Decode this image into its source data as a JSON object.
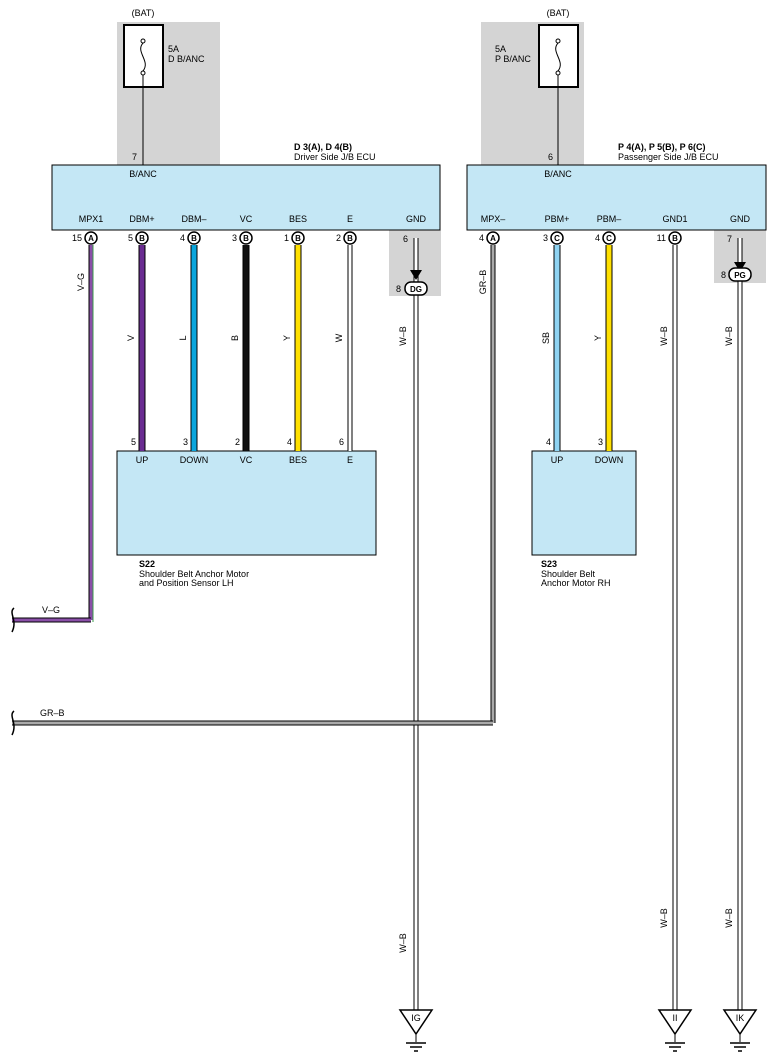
{
  "fuses": [
    {
      "supply": "(BAT)",
      "rating": "5A",
      "name": "D B/ANC"
    },
    {
      "supply": "(BAT)",
      "rating": "5A",
      "name": "P B/ANC"
    }
  ],
  "ecus": [
    {
      "connectors": "D 3(A), D 4(B)",
      "name": "Driver Side J/B ECU",
      "power_pin": "7",
      "power_label": "B/ANC",
      "pins": [
        {
          "label": "MPX1",
          "num": "15",
          "conn": "A",
          "wire": "V–G",
          "color": "#7b3f9c"
        },
        {
          "label": "DBM+",
          "num": "5",
          "conn": "B",
          "wire": "V",
          "color": "#6a2c91"
        },
        {
          "label": "DBM–",
          "num": "4",
          "conn": "B",
          "wire": "L",
          "color": "#0aa5dc"
        },
        {
          "label": "VC",
          "num": "3",
          "conn": "B",
          "wire": "B",
          "color": "#111111"
        },
        {
          "label": "BES",
          "num": "1",
          "conn": "B",
          "wire": "Y",
          "color": "#ffe000"
        },
        {
          "label": "E",
          "num": "2",
          "conn": "B",
          "wire": "W",
          "color": "#ffffff"
        },
        {
          "label": "GND",
          "num": "6",
          "conn": "",
          "wire": "W–B",
          "color": "#ffffff"
        }
      ],
      "ground_joint": {
        "num": "8",
        "label": "DG"
      }
    },
    {
      "connectors": "P 4(A), P 5(B), P 6(C)",
      "name": "Passenger Side J/B ECU",
      "power_pin": "6",
      "power_label": "B/ANC",
      "pins": [
        {
          "label": "MPX–",
          "num": "4",
          "conn": "A",
          "wire": "GR–B",
          "color": "#9a9a9a"
        },
        {
          "label": "PBM+",
          "num": "3",
          "conn": "C",
          "wire": "SB",
          "color": "#8fd3f2"
        },
        {
          "label": "PBM–",
          "num": "4",
          "conn": "C",
          "wire": "Y",
          "color": "#ffe000"
        },
        {
          "label": "GND1",
          "num": "11",
          "conn": "B",
          "wire": "W–B",
          "color": "#ffffff"
        },
        {
          "label": "GND",
          "num": "7",
          "conn": "",
          "wire": "W–B",
          "color": "#ffffff"
        }
      ],
      "ground_joint": {
        "num": "8",
        "label": "PG"
      }
    }
  ],
  "components": [
    {
      "id": "S22",
      "name_line1": "Shoulder Belt Anchor Motor",
      "name_line2": "and Position Sensor LH",
      "pins": [
        {
          "label": "UP",
          "num": "5"
        },
        {
          "label": "DOWN",
          "num": "3"
        },
        {
          "label": "VC",
          "num": "2"
        },
        {
          "label": "BES",
          "num": "4"
        },
        {
          "label": "E",
          "num": "6"
        }
      ]
    },
    {
      "id": "S23",
      "name_line1": "Shoulder Belt",
      "name_line2": "Anchor Motor RH",
      "pins": [
        {
          "label": "UP",
          "num": "4"
        },
        {
          "label": "DOWN",
          "num": "3"
        }
      ]
    }
  ],
  "offpage": [
    {
      "wire": "V–G"
    },
    {
      "wire": "GR–B"
    }
  ],
  "grounds": [
    {
      "label": "IG",
      "wire_label": "W–B"
    },
    {
      "label": "II",
      "wire_label": "W–B"
    },
    {
      "label": "IK",
      "wire_label": "W–B"
    }
  ],
  "colors": {
    "box_fill": "#c4e7f5",
    "shade": "#d4d4d4"
  }
}
